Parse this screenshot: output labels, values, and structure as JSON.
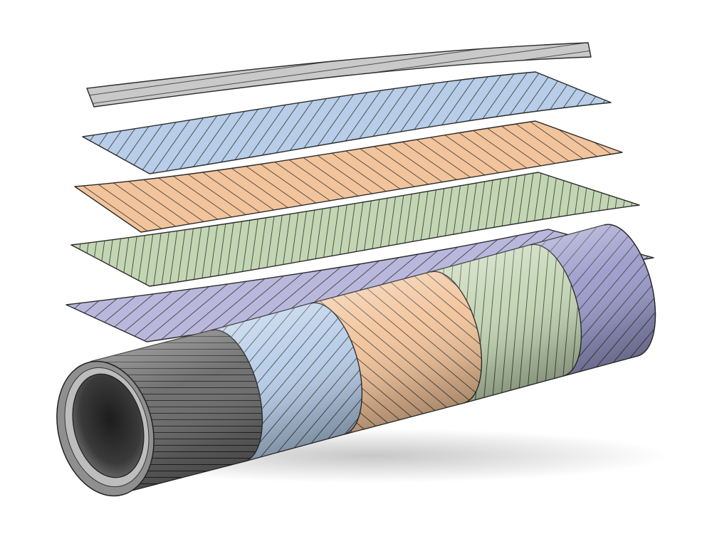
{
  "diagram": {
    "subject": "laminated-composite-tube",
    "plies": [
      {
        "id": "ply-1",
        "color": "#c9c9c9",
        "fiber": "0-degree"
      },
      {
        "id": "ply-2",
        "color": "#b7cde8",
        "fiber": "diagonal"
      },
      {
        "id": "ply-3",
        "color": "#f2c49b",
        "fiber": "diagonal"
      },
      {
        "id": "ply-4",
        "color": "#c3d6b4",
        "fiber": "transverse"
      },
      {
        "id": "ply-5",
        "color": "#b9b8dc",
        "fiber": "diagonal"
      }
    ],
    "tube_bands": [
      {
        "id": "band-core",
        "color": "#6a6a6a"
      },
      {
        "id": "band-blue",
        "color": "#b7cde8"
      },
      {
        "id": "band-orange",
        "color": "#f2c49b"
      },
      {
        "id": "band-green",
        "color": "#c3d6b4"
      },
      {
        "id": "band-purple",
        "color": "#9b9bcb"
      }
    ]
  }
}
